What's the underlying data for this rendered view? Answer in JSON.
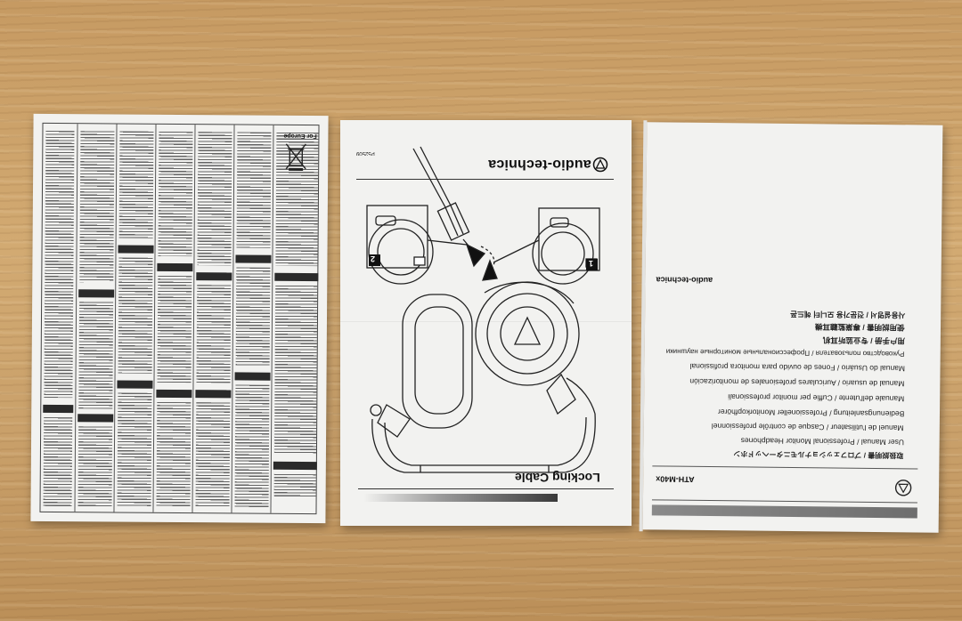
{
  "scene": {
    "surface": "wooden table",
    "colors": {
      "wood": "#c9a06a",
      "paper": "#f2f2f0",
      "ink": "#111111"
    }
  },
  "notices_sheet": {
    "header": "For Europe"
  },
  "locking_sheet": {
    "brand": "audio-technica",
    "part_code": "P52509",
    "title": "Locking Cable",
    "step_1": "1",
    "step_2": "2"
  },
  "manual_sheet": {
    "brand": "audio-technica",
    "model": "ATH-M40x",
    "lines": [
      "取扱説明書 / プロフェッショナルモニターヘッドホン",
      "User Manual / Professional Monitor Headphones",
      "Manuel de l'utilisateur / Casque de contrôle professionnel",
      "Bedienungsanleitung / Professioneller Monitorkopfhörer",
      "Manuale dell'utente / Cuffie per monitor professionali",
      "Manual de usuario / Auriculares profesionales de monitorización",
      "Manual do Usuário / Fones de ouvido para monitora profissional",
      "Руководство пользователя / Профессиональные мониторные наушники",
      "用户手册 / 专业监听耳机",
      "使用説明書 / 專業監聽耳機",
      "사용설명서 / 전문가용 모니터 헤드폰"
    ]
  }
}
